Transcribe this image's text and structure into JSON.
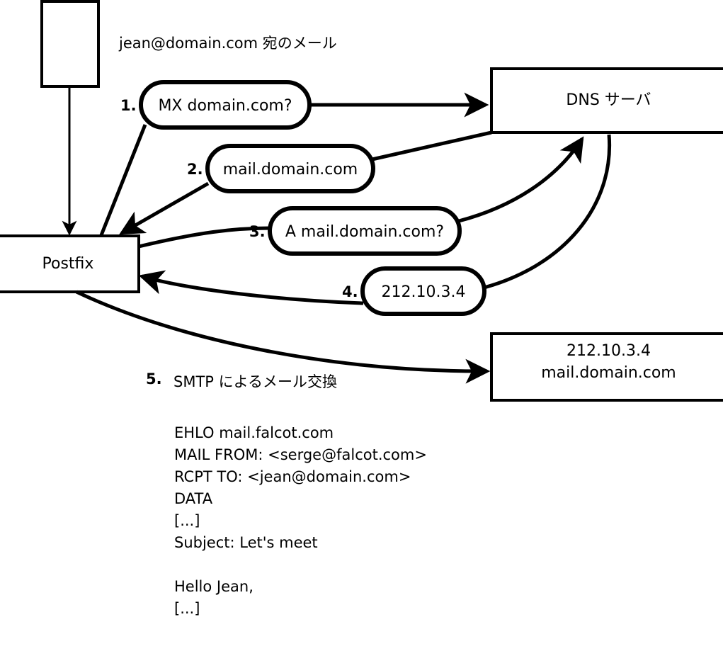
{
  "diagram": {
    "title_text": "jean@domain.com 宛のメール",
    "nodes": [
      {
        "id": "client",
        "label": ""
      },
      {
        "id": "postfix",
        "label": "Postfix"
      },
      {
        "id": "dns",
        "label": "DNS サーバ"
      },
      {
        "id": "mailserver",
        "line1": "212.10.3.4",
        "line2": "mail.domain.com"
      }
    ],
    "steps": [
      {
        "num": "1.",
        "bubble": "MX domain.com?"
      },
      {
        "num": "2.",
        "bubble": "mail.domain.com"
      },
      {
        "num": "3.",
        "bubble": "A mail.domain.com?"
      },
      {
        "num": "4.",
        "bubble": "212.10.3.4"
      },
      {
        "num": "5.",
        "text": "SMTP によるメール交換"
      }
    ],
    "smtp_transcript": [
      "EHLO mail.falcot.com",
      "MAIL FROM: <serge@falcot.com>",
      "RCPT TO: <jean@domain.com>",
      "DATA",
      "[...]",
      "Subject: Let's meet",
      "",
      "Hello Jean,",
      "[...]",
      "",
      "."
    ],
    "colors": {
      "stroke": "#000000",
      "fill": "#ffffff",
      "text": "#000000"
    }
  }
}
